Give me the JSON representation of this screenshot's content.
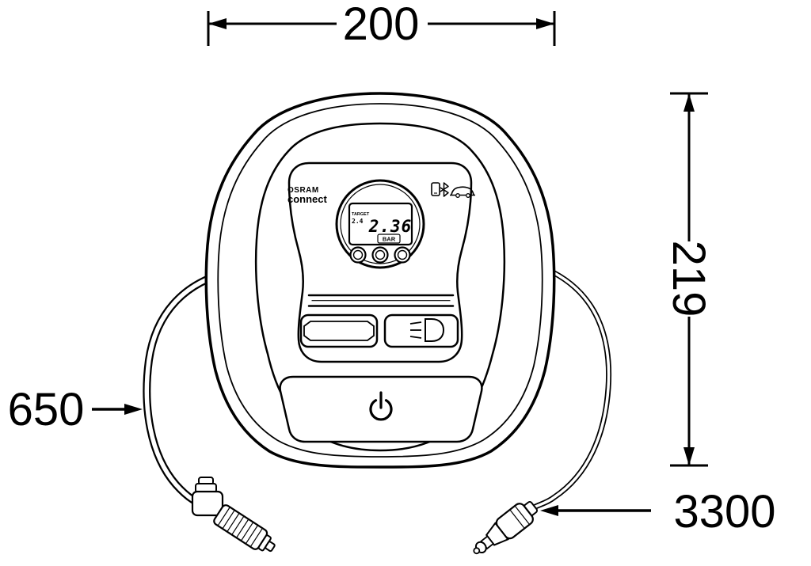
{
  "figure": {
    "kind": "technical-dimension-drawing",
    "line_color": "#000000",
    "background_color": "#ffffff"
  },
  "dimensions": {
    "width": "200",
    "height": "219",
    "hose": "650",
    "cable": "3300"
  },
  "device": {
    "brand": "OSRAM",
    "product": "connect",
    "display": {
      "target_label": "TARGET",
      "target_value": "2.4",
      "pressure": "2.36",
      "unit": "BAR"
    }
  },
  "icons": [
    "phone-icon",
    "bluetooth-icon",
    "car-icon",
    "headlight-icon",
    "power-icon"
  ]
}
